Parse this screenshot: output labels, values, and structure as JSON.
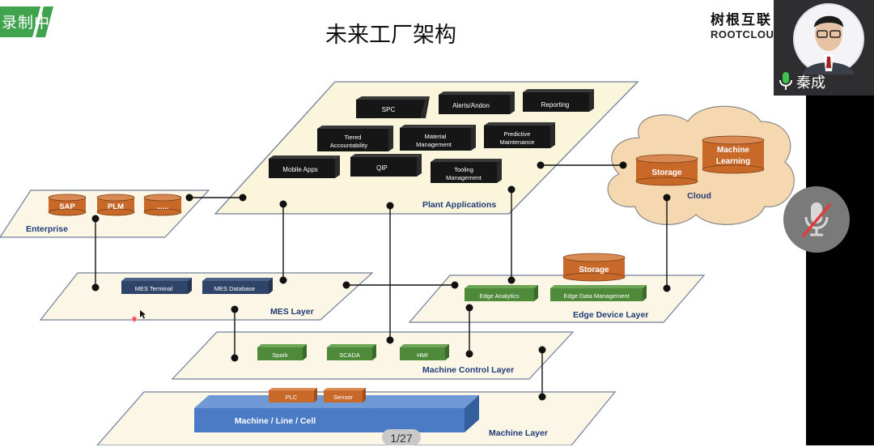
{
  "recording": {
    "label": "录制中"
  },
  "slide": {
    "title": "未来工厂架构",
    "page_indicator": "1/27"
  },
  "brand": {
    "cn": "树根互联",
    "en": "ROOTCLOUD"
  },
  "video": {
    "speaker_name": "秦成"
  },
  "diagram": {
    "plant_applications": {
      "label": "Plant Applications",
      "apps": [
        "SPC",
        "Alerts/Andon",
        "Reporting",
        "Tiered Accountability",
        "Material Management",
        "Predictive Maintenance",
        "Mobile Apps",
        "QIP",
        "Tooling Management"
      ]
    },
    "cloud": {
      "label": "Cloud",
      "storage": "Storage",
      "ml": "Machine Learning"
    },
    "enterprise": {
      "label": "Enterprise",
      "items": [
        "SAP",
        "PLM",
        "......"
      ]
    },
    "mes_layer": {
      "label": "MES Layer",
      "items": [
        "MES Terminal",
        "MES Database"
      ]
    },
    "edge_layer": {
      "label": "Edge Device Layer",
      "storage": "Storage",
      "items": [
        "Edge Analytics",
        "Edge Data Management"
      ]
    },
    "control_layer": {
      "label": "Machine Control Layer",
      "items": [
        "Spark",
        "SCADA",
        "HMI"
      ]
    },
    "machine_layer": {
      "label": "Machine Layer",
      "machine": "Machine / Line / Cell",
      "items": [
        "PLC",
        "Sensor"
      ]
    }
  },
  "colors": {
    "plane_fill": "#fbf5dc",
    "plane_fill_light": "#fbf6e6",
    "plane_stroke": "#6f7f9a",
    "label_blue": "#1f3c78",
    "app_box": "#161616",
    "orange": "#c8692a",
    "dark_blue_box": "#2e4468",
    "green_box": "#4e8a3a",
    "machine_blue": "#4a7bc4",
    "cloud_fill": "#f6d8b0",
    "rec_green": "#3fa34d"
  }
}
